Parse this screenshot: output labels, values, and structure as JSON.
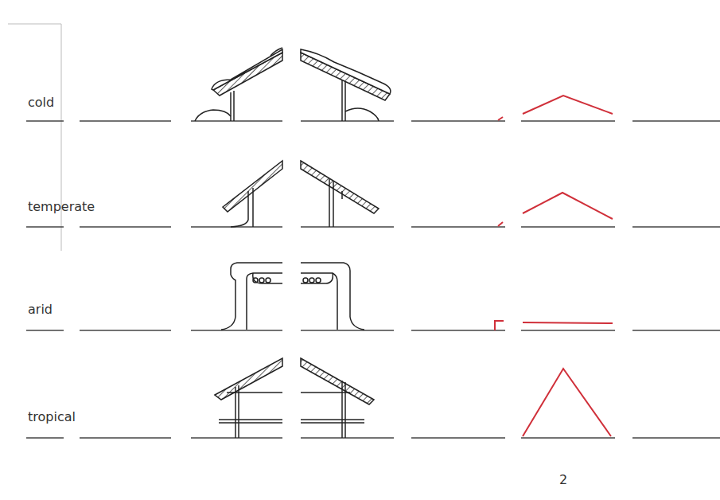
{
  "diagram": {
    "labels": [
      "cold",
      "temperate",
      "arid",
      "tropical",
      "2"
    ]
  }
}
